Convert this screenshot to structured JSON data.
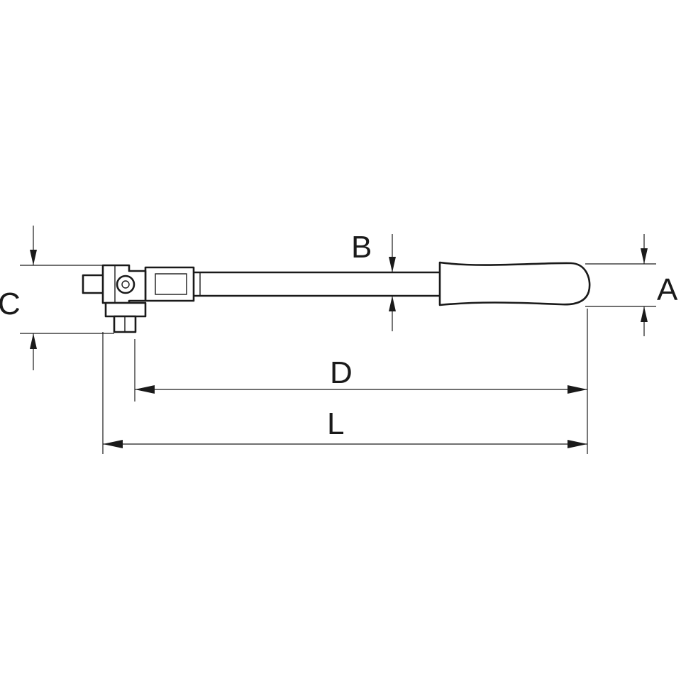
{
  "diagram": {
    "colors": {
      "line": "#1a1a1a",
      "background": "#ffffff"
    },
    "dimensions": {
      "a": "A",
      "b": "B",
      "c": "C",
      "d": "D",
      "l": "L"
    }
  }
}
